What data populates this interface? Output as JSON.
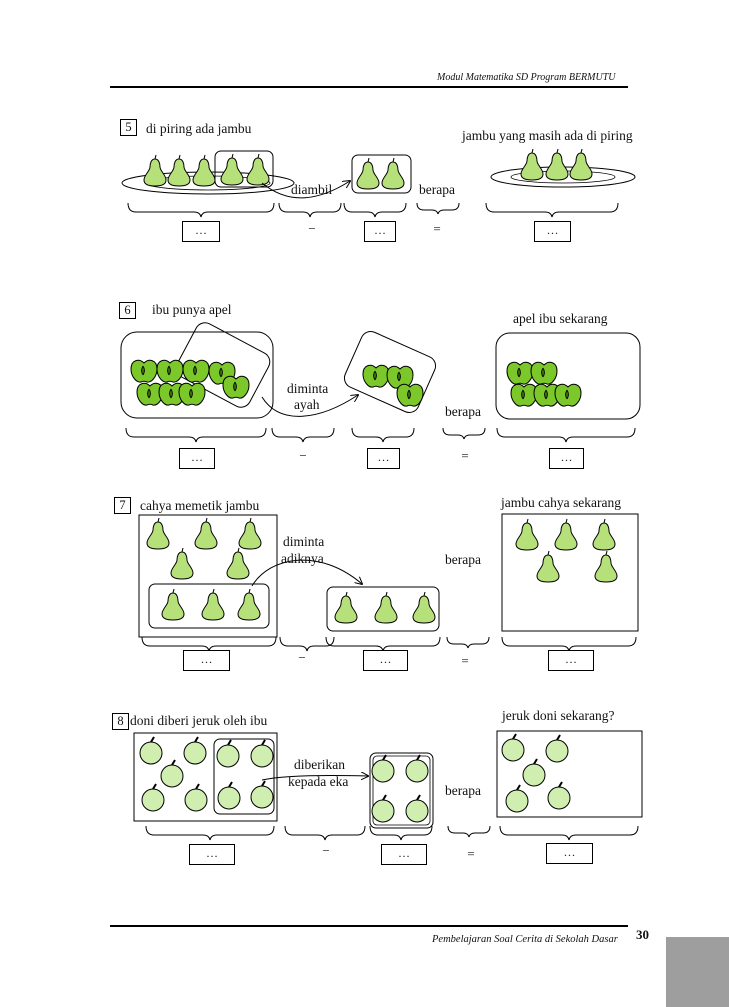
{
  "header": {
    "title": "Modul Matematika SD Program BERMUTU"
  },
  "footer": {
    "text": "Pembelajaran Soal Cerita di Sekolah Dasar",
    "page": "30"
  },
  "blank": "…",
  "ops": {
    "minus": "−",
    "equals": "="
  },
  "problems": [
    {
      "number": "5",
      "intro": "di piring ada jambu",
      "action": "diambil",
      "question": "berapa",
      "result": "jambu yang masih ada di piring"
    },
    {
      "number": "6",
      "intro": "ibu punya apel",
      "action_line1": "diminta",
      "action_line2": "ayah",
      "question": "berapa",
      "result": "apel ibu sekarang"
    },
    {
      "number": "7",
      "intro": "cahya memetik jambu",
      "action_line1": "diminta",
      "action_line2": "adiknya",
      "question": "berapa",
      "result": "jambu cahya sekarang"
    },
    {
      "number": "8",
      "intro": "doni diberi jeruk oleh ibu",
      "action_line1": "diberikan",
      "action_line2": "kepada eka",
      "question": "berapa",
      "result": "jeruk doni sekarang?"
    }
  ],
  "colors": {
    "fruit": "#b6e07a",
    "apple": "#7cc82a",
    "orange": "#cfeeb0",
    "line": "#000000",
    "gray_box": "#9e9e9e"
  }
}
